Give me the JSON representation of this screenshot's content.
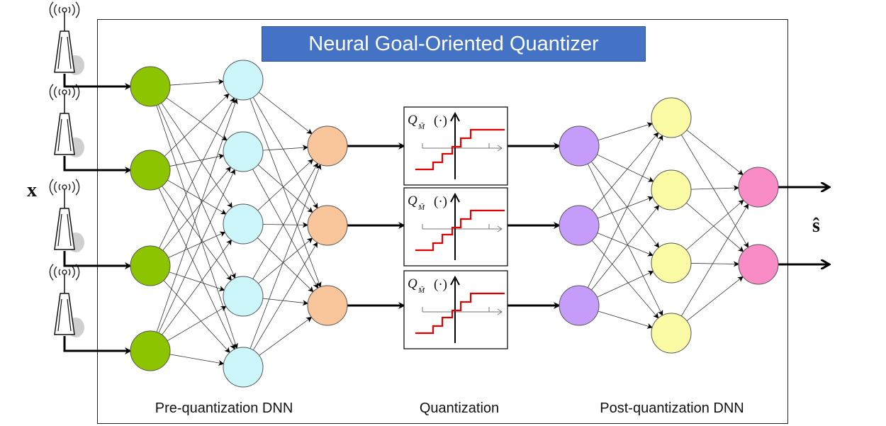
{
  "title": "Neural Goal-Oriented Quantizer",
  "sections": {
    "pre": "Pre-quantization DNN",
    "quant": "Quantization",
    "post": "Post-quantization DNN"
  },
  "input_label": "x",
  "output_label": "ŝ",
  "quantizer_label": "Q",
  "quantizer_subscript": "M̃",
  "quantizer_arg": "(·)",
  "colors": {
    "title_bg": "#4472c4",
    "input_nodes": "#8cc400",
    "hidden1_nodes": "#ccf6fa",
    "hidden2_nodes": "#f9c59a",
    "post_input_nodes": "#c69cfa",
    "post_hidden_nodes": "#fbfba6",
    "output_nodes": "#f98cc6",
    "staircase": "#e00000"
  },
  "icons": [
    "antenna-icon",
    "antenna-icon",
    "antenna-icon",
    "antenna-icon"
  ]
}
